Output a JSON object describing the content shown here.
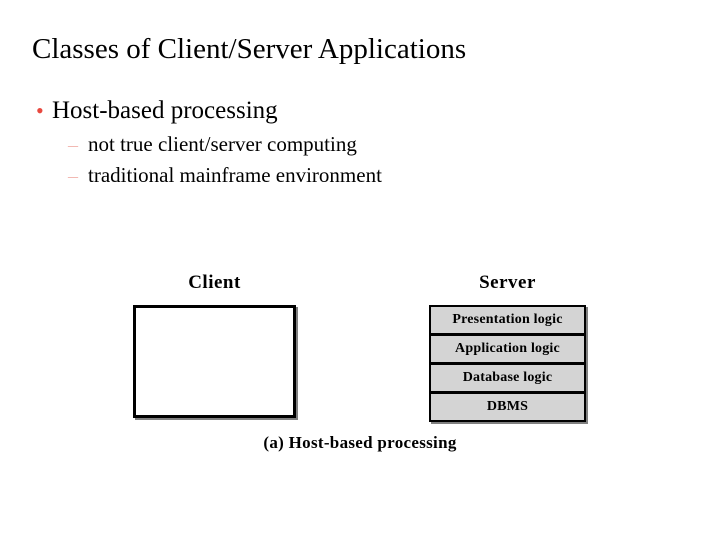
{
  "slide": {
    "title": "Classes of Client/Server Applications",
    "background_color": "#ffffff",
    "bullets": [
      {
        "level": 1,
        "marker": "bullet-dot",
        "marker_glyph": "•",
        "marker_color": "#e8493f",
        "text": "Host-based processing"
      },
      {
        "level": 2,
        "marker": "en-dash",
        "marker_glyph": "–",
        "marker_color": "#f2b9b3",
        "text": "not true client/server computing"
      },
      {
        "level": 2,
        "marker": "en-dash",
        "marker_glyph": "–",
        "marker_color": "#f2b9b3",
        "text": "traditional mainframe environment"
      }
    ],
    "figure": {
      "client_label": "Client",
      "server_label": "Server",
      "client_box_fill": "#ffffff",
      "server_row_fill": "#d4d4d4",
      "server_rows": [
        "Presentation logic",
        "Application logic",
        "Database logic",
        "DBMS"
      ],
      "caption": "(a) Host-based processing"
    }
  }
}
